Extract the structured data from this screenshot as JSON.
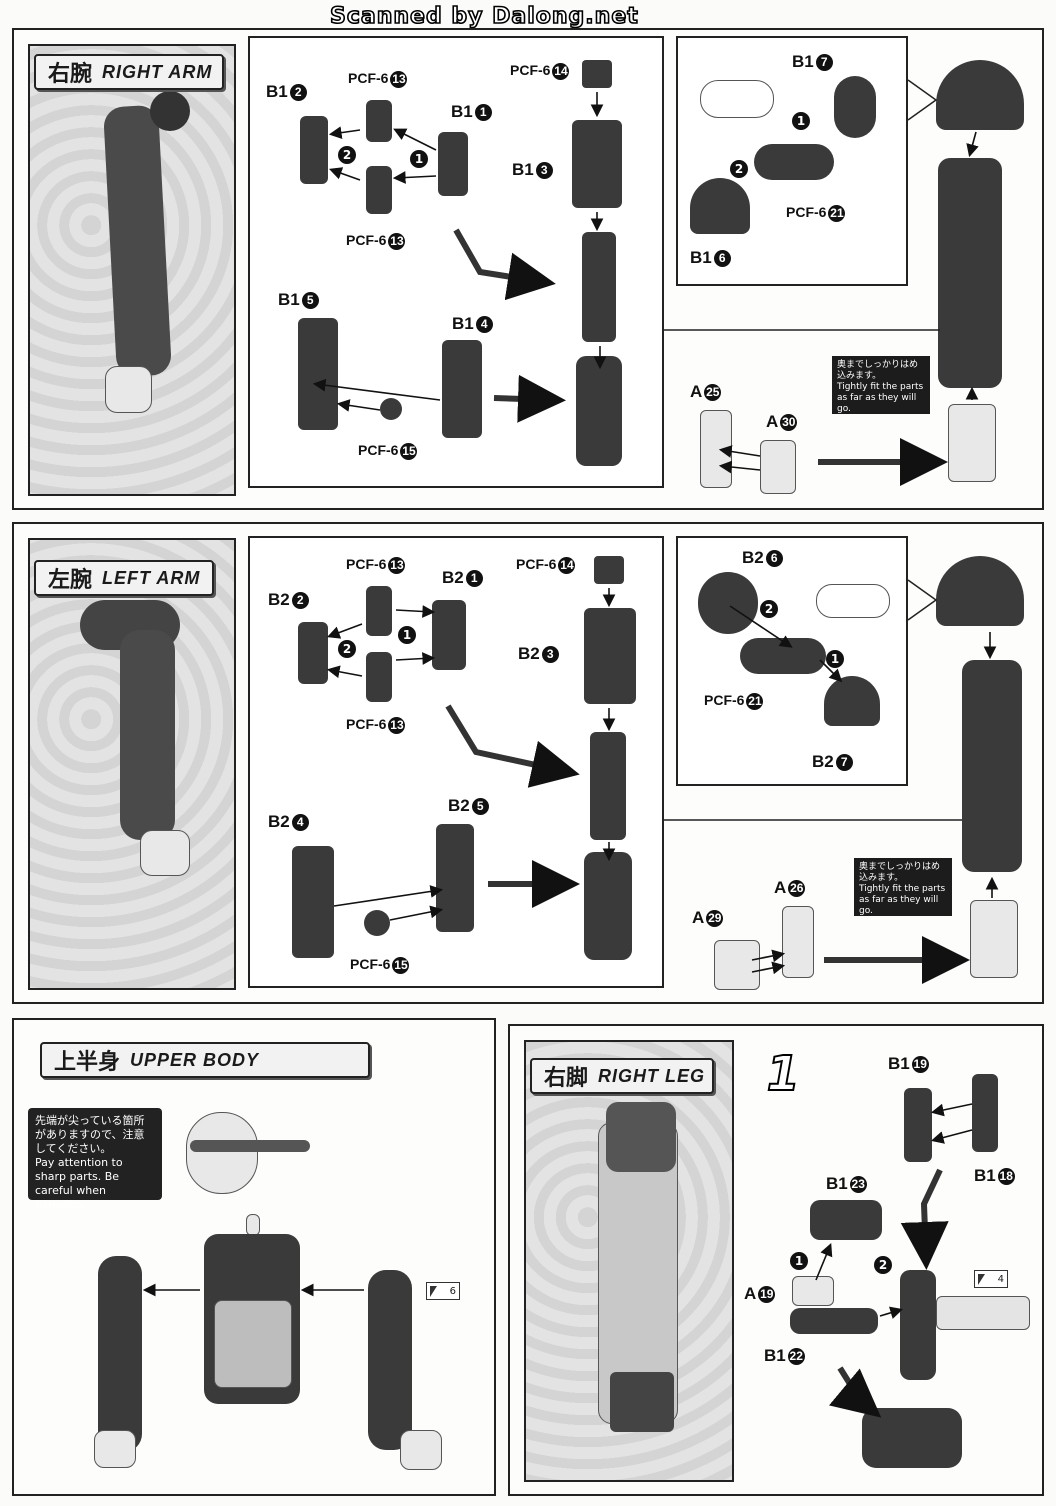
{
  "header": {
    "scan_credit": "Scanned by Dalong.net"
  },
  "right_arm": {
    "title_jp": "右腕",
    "title_en": "RIGHT ARM",
    "labels": {
      "b1_2": "B1",
      "b1_2n": "2",
      "pcf6_13a": "PCF-6",
      "pcf6_13an": "13",
      "b1_1": "B1",
      "b1_1n": "1",
      "pcf6_13b": "PCF-6",
      "pcf6_13bn": "13",
      "pcf6_14": "PCF-6",
      "pcf6_14n": "14",
      "b1_3": "B1",
      "b1_3n": "3",
      "b1_5": "B1",
      "b1_5n": "5",
      "b1_4": "B1",
      "b1_4n": "4",
      "pcf6_15": "PCF-6",
      "pcf6_15n": "15",
      "b1_7": "B1",
      "b1_7n": "7",
      "pcf6_21": "PCF-6",
      "pcf6_21n": "21",
      "b1_6": "B1",
      "b1_6n": "6",
      "a25": "A",
      "a25n": "25",
      "a30": "A",
      "a30n": "30"
    },
    "note_jp": "奥までしっかりはめ込みます。",
    "note_en": "Tightly fit the parts as far as they will go."
  },
  "left_arm": {
    "title_jp": "左腕",
    "title_en": "LEFT ARM",
    "labels": {
      "b2_2": "B2",
      "b2_2n": "2",
      "pcf6_13a": "PCF-6",
      "pcf6_13an": "13",
      "b2_1": "B2",
      "b2_1n": "1",
      "pcf6_13b": "PCF-6",
      "pcf6_13bn": "13",
      "pcf6_14": "PCF-6",
      "pcf6_14n": "14",
      "b2_3": "B2",
      "b2_3n": "3",
      "b2_4": "B2",
      "b2_4n": "4",
      "b2_5": "B2",
      "b2_5n": "5",
      "pcf6_15": "PCF-6",
      "pcf6_15n": "15",
      "b2_6": "B2",
      "b2_6n": "6",
      "pcf6_21": "PCF-6",
      "pcf6_21n": "21",
      "b2_7": "B2",
      "b2_7n": "7",
      "a26": "A",
      "a26n": "26",
      "a29": "A",
      "a29n": "29"
    },
    "note_jp": "奥までしっかりはめ込みます。",
    "note_en": "Tightly fit the parts as far as they will go."
  },
  "upper_body": {
    "title_jp": "上半身",
    "title_en": "UPPER BODY",
    "warning_jp": "先端が尖っている箇所がありますので、注意してください。",
    "warning_en": "Pay attention to sharp parts. Be careful when handling.",
    "ref_page": "6"
  },
  "right_leg": {
    "title_jp": "右脚",
    "title_en": "RIGHT LEG",
    "step_number": "1",
    "labels": {
      "b1_19": "B1",
      "b1_19n": "19",
      "b1_18": "B1",
      "b1_18n": "18",
      "b1_23": "B1",
      "b1_23n": "23",
      "a19": "A",
      "a19n": "19",
      "b1_22": "B1",
      "b1_22n": "22"
    },
    "ref_page": "4"
  },
  "step_markers": {
    "one": "1",
    "two": "2"
  }
}
